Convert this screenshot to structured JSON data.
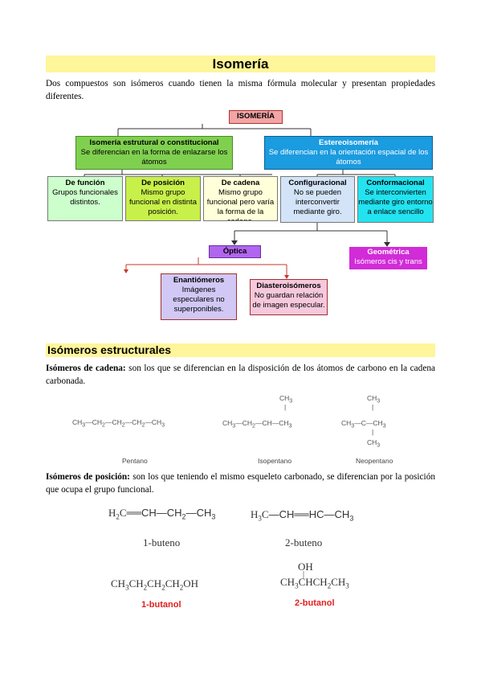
{
  "title": "Isomería",
  "intro": "Dos compuestos son isómeros cuando tienen la misma fórmula molecular y presentan propiedades diferentes.",
  "diagram": {
    "root": "ISOMERÍA",
    "structural": {
      "title": "Isomería estrutural o constitucional",
      "desc": "Se diferencian en la forma de enlazarse los átomos"
    },
    "stereo": {
      "title": "Estereoisomería",
      "desc": "Se diferencian en la orientación espacial de los átomos"
    },
    "funcion": {
      "title": "De función",
      "desc": "Grupos funcionales distintos."
    },
    "posicion": {
      "title": "De posición",
      "desc": "Mismo grupo funcional en distinta posición."
    },
    "cadena": {
      "title": "De cadena",
      "desc": "Mismo grupo funcional pero varía la forma de la cadena."
    },
    "configuracional": {
      "title": "Configuracional",
      "desc": "No se pueden interconvertir mediante giro."
    },
    "conformacional": {
      "title": "Conformacional",
      "desc": "Se interconvierten mediante giro entorno a enlace sencillo"
    },
    "optica": {
      "title": "Óptica"
    },
    "geometrica": {
      "title": "Geométrica",
      "desc": "Isómeros cis y trans"
    },
    "enantiomeros": {
      "title": "Enantiómeros",
      "desc": "Imágenes especulares no superponibles."
    },
    "diastereoisomeros": {
      "title": "Diasteroisómeros",
      "desc": "No guardan relación de imagen especular."
    },
    "colors": {
      "root": "#f2a5a5",
      "green": "#80d050",
      "blue": "#1b9be0",
      "lightgreen": "#ccffcc",
      "yellowgreen": "#c8f04a",
      "cream": "#ffffd9",
      "lightblue": "#d3e4f8",
      "cyan": "#23e3f0",
      "violet": "#b066ee",
      "magenta": "#d22bd8",
      "lavender": "#d1c8f5",
      "pink": "#f6c8dc"
    }
  },
  "section_title": "Isómeros estructurales",
  "cadena_para": {
    "term": "Isómeros de cadena:",
    "text": " son los que se diferencian en la disposición de los átomos de carbono en la cadena carbonada."
  },
  "molecules": {
    "pentano": "Pentano",
    "isopentano": "Isopentano",
    "neopentano": "Neopentano"
  },
  "posicion_para": {
    "term": "Isómeros de posición:",
    "text": " son los que teniendo el mismo esqueleto carbonado, se diferencian por la posición que ocupa el grupo funcional."
  },
  "buteno1": {
    "label": "1-buteno"
  },
  "buteno2": {
    "label": "2-buteno"
  },
  "butanol1": {
    "formula": "CH3CH2CH2CH2OH",
    "label": "1-butanol"
  },
  "butanol2": {
    "oh": "OH",
    "formula": "CH3CHCH2CH3",
    "label": "2-butanol"
  }
}
